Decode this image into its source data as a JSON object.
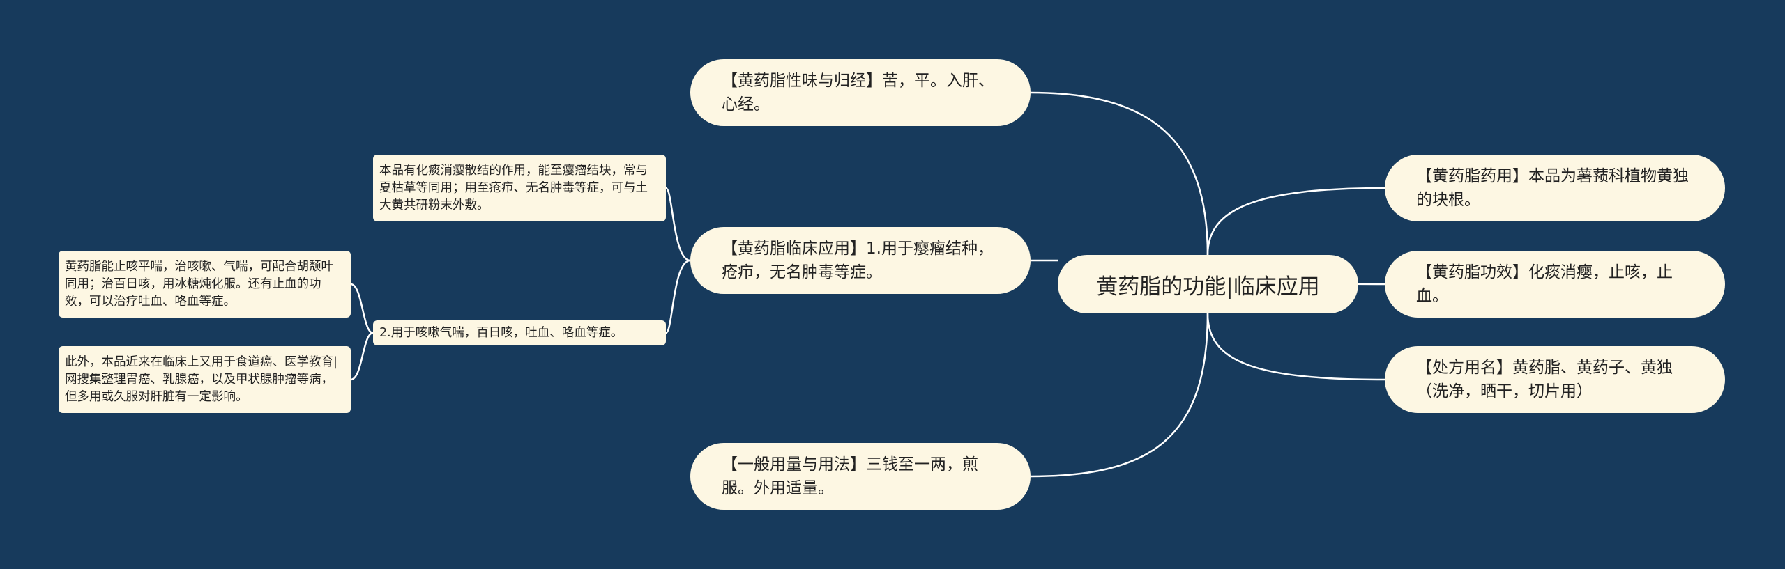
{
  "center": {
    "label": "黄药脂的功能|临床应用"
  },
  "left": {
    "flavor": "【黄药脂性味与归经】苦，平。入肝、心经。",
    "clinical": "【黄药脂临床应用】1.用于瘿瘤结种，疮疖，无名肿毒等症。",
    "dosage": "【一般用量与用法】三钱至一两，煎服。外用适量。"
  },
  "clinical_details": {
    "goiter": "本品有化痰消瘿散结的作用，能至瘿瘤结块，常与夏枯草等同用；用至疮疖、无名肿毒等症，可与土大黄共研粉末外敷。",
    "cough": "2.用于咳嗽气喘，百日咳，吐血、咯血等症。"
  },
  "cough_details": {
    "asthma": "黄药脂能止咳平喘，治咳嗽、气喘，可配合胡颓叶同用；治百日咳，用冰糖炖化服。还有止血的功效，可以治疗吐血、咯血等症。",
    "cancer": "此外，本品近来在临床上又用于食道癌、医学教育|网搜集整理胃癌、乳腺癌，以及甲状腺肿瘤等病，但多用或久服对肝脏有一定影响。"
  },
  "right": {
    "source": "【黄药脂药用】本品为薯蓣科植物黄独的块根。",
    "efficacy": "【黄药脂功效】化痰消瘿，止咳，止血。",
    "prescription": "【处方用名】黄药脂、黄药子、黄独（洗净，晒干，切片用）"
  },
  "colors": {
    "background": "#173a5c",
    "node": "#fdf7e3",
    "line": "#ffffff",
    "text": "#222222"
  }
}
